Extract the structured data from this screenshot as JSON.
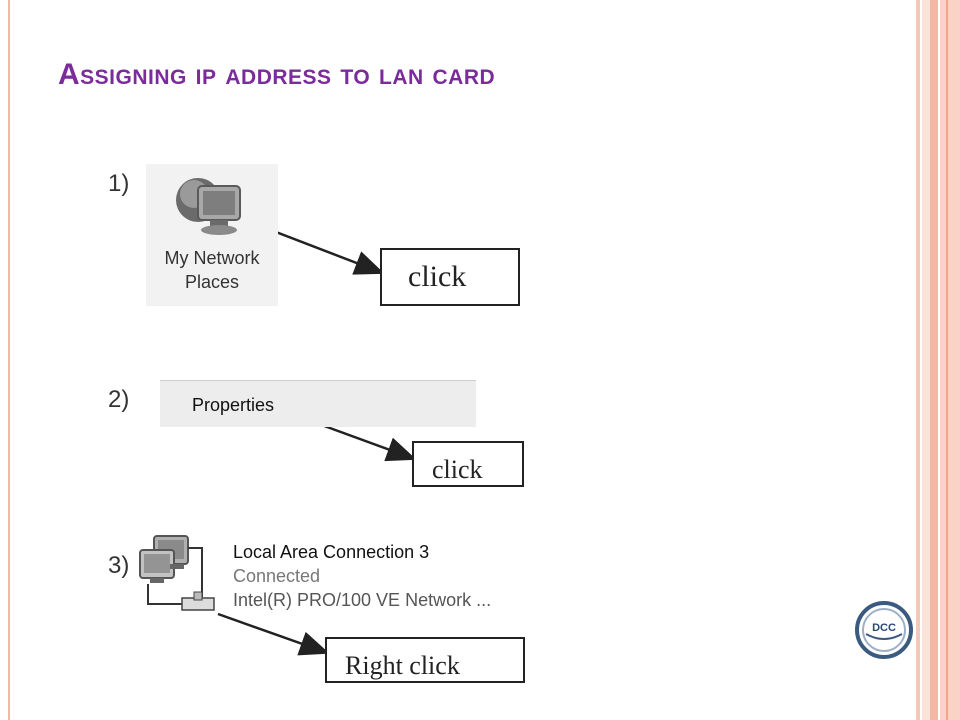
{
  "title": "Assigning ip address to lan card",
  "steps": [
    {
      "number": "1)",
      "icon_label_line1": "My Network",
      "icon_label_line2": "Places",
      "icon": "network-computer-icon",
      "callout": "click"
    },
    {
      "number": "2)",
      "menu_item": "Properties",
      "callout": "click"
    },
    {
      "number": "3)",
      "connection_name": "Local Area Connection 3",
      "connection_status": "Connected",
      "connection_device": "Intel(R) PRO/100 VE Network ...",
      "icon": "lan-connection-icon",
      "callout": "Right click"
    }
  ],
  "logo": {
    "icon": "dcc-seal-logo",
    "text": "DCC"
  },
  "colors": {
    "title": "#7b2b9b",
    "frame": "#f3b7a4"
  }
}
